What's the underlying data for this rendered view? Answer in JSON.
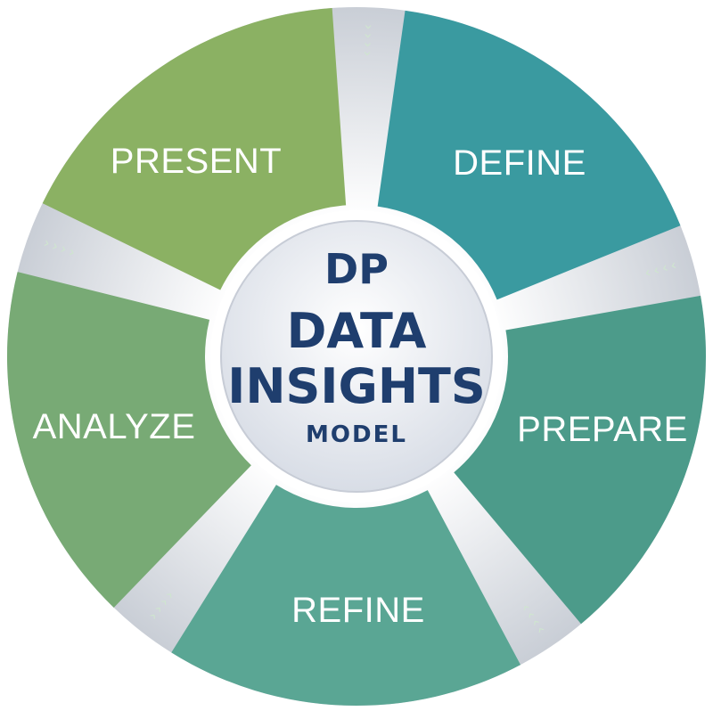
{
  "diagram": {
    "type": "cycle",
    "center": {
      "logo": "DP",
      "line1": "DATA",
      "line2": "INSIGHTS",
      "line3": "MODEL"
    },
    "stages": [
      {
        "label": "DEFINE",
        "color": "#3a9aa0"
      },
      {
        "label": "PREPARE",
        "color": "#4c9b8a"
      },
      {
        "label": "REFINE",
        "color": "#5aa694"
      },
      {
        "label": "ANALYZE",
        "color": "#78aa75"
      },
      {
        "label": "PRESENT",
        "color": "#8bb163"
      }
    ],
    "colors": {
      "hub_text": "#1f3e6e",
      "hub_bg": "#eef1f6",
      "gap_bg": "#dfe3e8",
      "chevron": "#cfe5cf"
    }
  }
}
